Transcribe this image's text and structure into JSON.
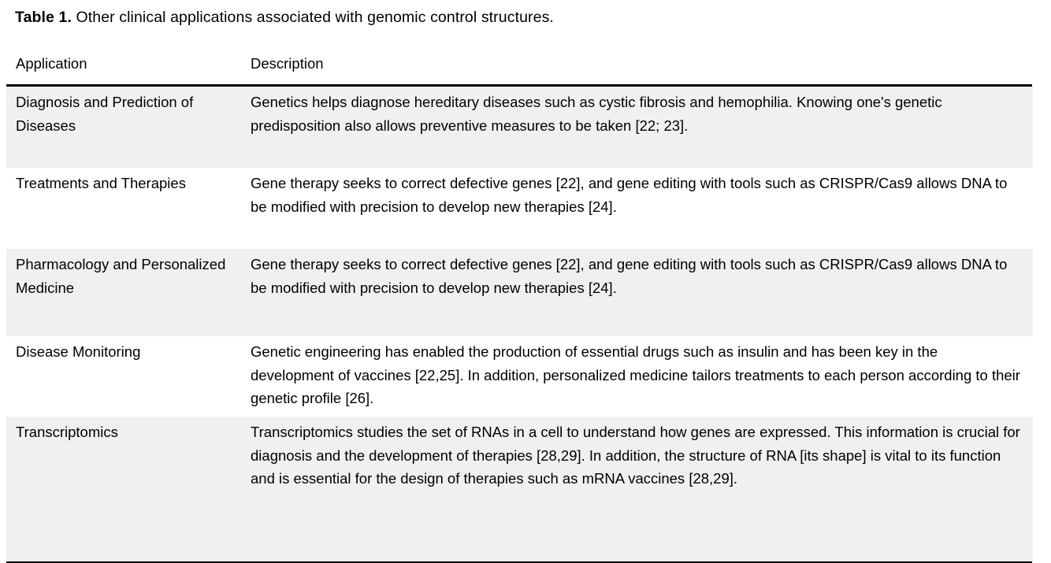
{
  "caption": {
    "label": "Table 1.",
    "text": " Other clinical applications associated with genomic control structures."
  },
  "table": {
    "columns": [
      {
        "key": "application",
        "header": "Application"
      },
      {
        "key": "description",
        "header": "Description"
      }
    ],
    "rows": [
      {
        "application": "Diagnosis and Prediction of Diseases",
        "description": "Genetics helps diagnose hereditary diseases such as cystic fibrosis and hemophilia. Knowing one's genetic predisposition also allows preventive measures to be taken [22; 23].",
        "shaded": true
      },
      {
        "application": "Treatments and Therapies",
        "description": "Gene therapy seeks to correct defective genes [22], and gene editing with tools such as CRISPR/Cas9 allows DNA to be modified with precision to develop new therapies [24].",
        "shaded": false
      },
      {
        "application": "Pharmacology and Personalized Medicine",
        "description": "Gene therapy seeks to correct defective genes [22], and gene editing with tools such as CRISPR/Cas9 allows DNA to be modified with precision to develop new therapies [24].",
        "shaded": true
      },
      {
        "application": "Disease Monitoring",
        "description": "Genetic engineering has enabled the production of essential drugs such as insulin and has been key in the development of vaccines [22,25]. In addition, personalized medicine tailors treatments to each person according to their genetic profile [26].",
        "shaded": false
      },
      {
        "application": "Transcriptomics",
        "description": "Transcriptomics studies the set of RNAs in a cell to understand how genes are expressed. This information is crucial for diagnosis and the development of therapies [28,29]. In addition, the structure of RNA [its shape] is vital to its function and is essential for the design of therapies such as mRNA vaccines [28,29].",
        "shaded": true
      }
    ]
  },
  "style": {
    "shaded_row_color": "#f0f0f0",
    "rule_color": "#000000",
    "text_color": "#000000",
    "page_background": "#ffffff"
  }
}
